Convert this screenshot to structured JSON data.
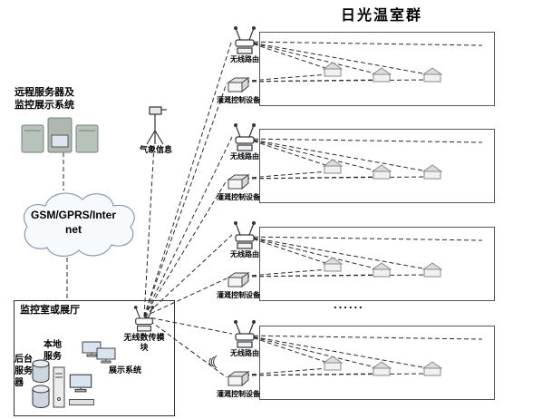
{
  "title": "日光温室群",
  "remote_system": {
    "label": "远程服务器及监控展示系统"
  },
  "cloud": {
    "label": "GSM/GPRS/Internet"
  },
  "weather_station": {
    "label": "气象信息"
  },
  "control_room": {
    "title": "监控室或展厅",
    "wireless_module_label": "无线数传模块",
    "local_service_label": "本地服务",
    "display_system_label": "展示系统",
    "backend_server_label": "后台服务器"
  },
  "ellipsis": "......",
  "groups": [
    {
      "router_label": "无线路由",
      "device_label": "灌溉控制设备"
    },
    {
      "router_label": "无线路由",
      "device_label": "灌溉控制设备"
    },
    {
      "router_label": "无线路由",
      "device_label": "灌溉控制设备"
    },
    {
      "router_label": "无线路由",
      "device_label": "灌溉控制设备"
    }
  ]
}
